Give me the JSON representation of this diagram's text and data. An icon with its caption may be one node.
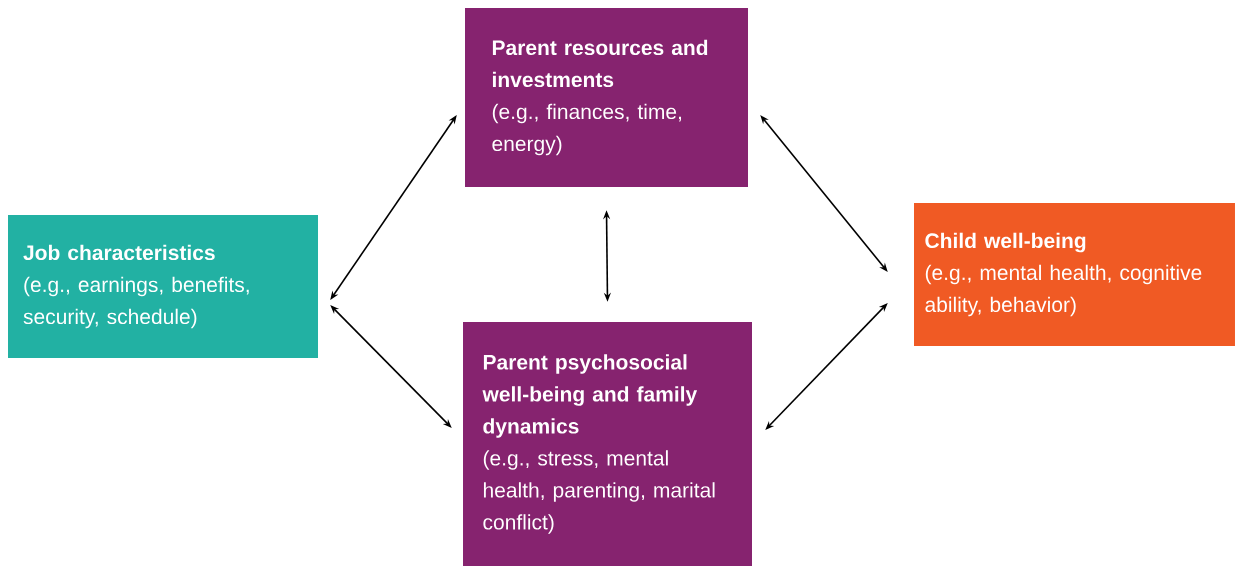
{
  "diagram": {
    "nodes": [
      {
        "text": [
          "Job characteristics",
          "(e.g., earnings, benefits, security, schedule)"
        ]
      },
      {
        "text": [
          "Parent resources and investments",
          "(e.g., finances, time, energy)"
        ]
      },
      {
        "text": [
          "Parent psychosocial well-being and family dynamics",
          "(e.g., stress, mental health, parenting, marital conflict)"
        ]
      },
      {
        "text": [
          "Child well-being",
          "(e.g., mental health, cognitive ability, behavior)"
        ]
      }
    ],
    "edges": [
      {
        "from": 0,
        "to": 1,
        "arrow": "both"
      },
      {
        "from": 0,
        "to": 2,
        "arrow": "both"
      },
      {
        "from": 1,
        "to": 2,
        "arrow": "both"
      },
      {
        "from": 1,
        "to": 3,
        "arrow": "both"
      },
      {
        "from": 2,
        "to": 3,
        "arrow": "both"
      }
    ]
  }
}
